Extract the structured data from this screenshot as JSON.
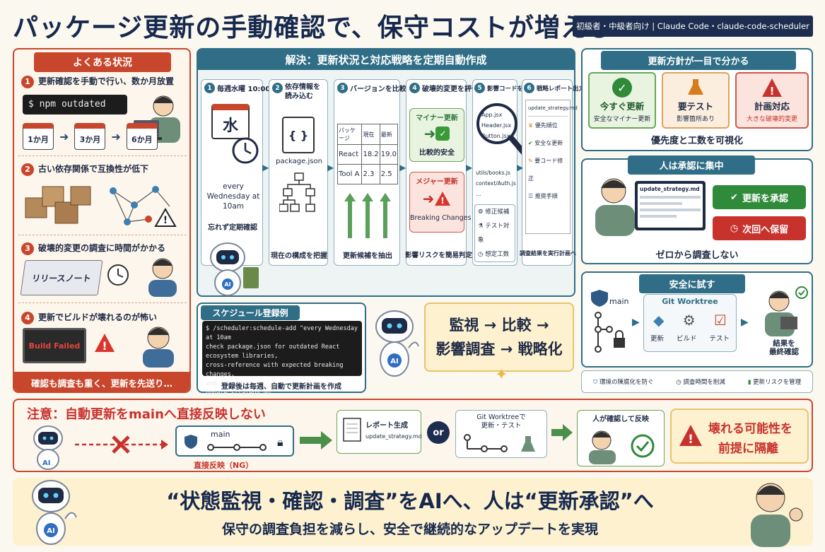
{
  "title": "パッケージ更新の手動確認で、保守コストが増える",
  "tagline": "初級者・中級者向け | Claude Code・claude-code-scheduler",
  "left": {
    "header": "よくある状況",
    "item1": "更新確認を手動で行い、数か月放置",
    "cmd": "$ npm outdated",
    "cal": [
      "1か月",
      "3か月",
      "6か月"
    ],
    "item2": "古い依存関係で互換性が低下",
    "item3": "破壊的変更の調査に時間がかかる",
    "release": "リリースノート",
    "item4": "更新でビルドが壊れるのが怖い",
    "build_failed": "Build Failed",
    "footer": "確認も調査も重く、更新を先送り…"
  },
  "solution": {
    "header": "解決：更新状況と対応戦略を定期自動作成",
    "steps": [
      {
        "n": "1",
        "label": "毎週水曜 10:00",
        "footer": "忘れず定期確認"
      },
      {
        "n": "2",
        "label": "依存情報を読み込む",
        "footer": "現在の構成を把握"
      },
      {
        "n": "3",
        "label": "バージョンを比較",
        "footer": "更新候補を抽出"
      },
      {
        "n": "4",
        "label": "破壊的変更を評価",
        "footer": "影響リスクを簡易判定"
      },
      {
        "n": "5",
        "label": "影響コードを特定",
        "footer": ""
      },
      {
        "n": "6",
        "label": "戦略レポート出力",
        "footer": "調査結果を実行計画へ"
      }
    ],
    "weekday": "水",
    "every": "every Wednesday at 10am",
    "pkg_file": "package.json",
    "braces": "{ }",
    "table_head": [
      "パッケージ",
      "現在",
      "最新"
    ],
    "table_rows": [
      [
        "React",
        "18.2",
        "19.0"
      ],
      [
        "Tool A",
        "2.3",
        "2.5"
      ]
    ],
    "minor_title": "マイナー更新",
    "minor_sub": "比較的安全",
    "major_title": "メジャー更新",
    "major_sub": "Breaking Changes",
    "files": [
      "App.jsx",
      "Header.jsx",
      "Button.jsx"
    ],
    "paths": [
      "utils/books.js",
      "context/Auth.js",
      "…"
    ],
    "checks": [
      "修正候補",
      "テスト対象",
      "想定工数"
    ],
    "report_file": "update_strategy.md",
    "report_items": [
      "優先順位",
      "安全な更新",
      "要コード修正",
      "推奨手順"
    ]
  },
  "schedule": {
    "header": "スケジュール登録例",
    "code": "$ /scheduler:schedule-add \"every Wednesday at 10am\ncheck package.json for outdated React ecosystem libraries,\ncross-reference with expected breaking changes,\nand summarize in\nupdate_strategy.md\"",
    "footer": "登録後は毎週、自動で更新計画を作成",
    "flow1": "監視 → 比較 →",
    "flow2": "影響調査 → 戦略化"
  },
  "policy": {
    "header": "更新方針が一目で分かる",
    "cards": [
      {
        "title": "今すぐ更新",
        "sub": "安全なマイナー更新",
        "color": "#2f8a3a"
      },
      {
        "title": "要テスト",
        "sub": "影響箇所あり",
        "color": "#d77c1d"
      },
      {
        "title": "計画対応",
        "sub": "大きな破壊的変更",
        "color": "#c8322c"
      }
    ],
    "footer": "優先度と工数を可視化"
  },
  "approve": {
    "header": "人は承認に集中",
    "screen": "update_strategy.md",
    "approve_btn": "更新を承認",
    "defer_btn": "次回へ保留",
    "footer": "ゼロから調査しない"
  },
  "safe": {
    "header": "安全に試す",
    "main": "main",
    "worktree": "Git Worktree",
    "stages": [
      "更新",
      "ビルド",
      "テスト"
    ],
    "result": "結果を\n最終確認",
    "benefits": [
      "環境の陳腐化を防ぐ",
      "調査時間を削減",
      "更新リスクを管理"
    ]
  },
  "caution": {
    "title": "注意：自動更新をmainへ直接反映しない",
    "main": "main",
    "ng": "直接反映（NG）",
    "report": "レポート生成",
    "report_file": "update_strategy.md",
    "or": "or",
    "worktree": "Git Worktreeで\n更新・テスト",
    "human": "人が確認して反映",
    "isolate1": "壊れる可能性を",
    "isolate2": "前提に隔離"
  },
  "bottom": {
    "line1": "“状態監視・確認・調査”をAIへ、人は“更新承認”へ",
    "line2": "保守の調査負担を減らし、安全で継続的なアップデートを実現"
  },
  "ai_label": "AI"
}
